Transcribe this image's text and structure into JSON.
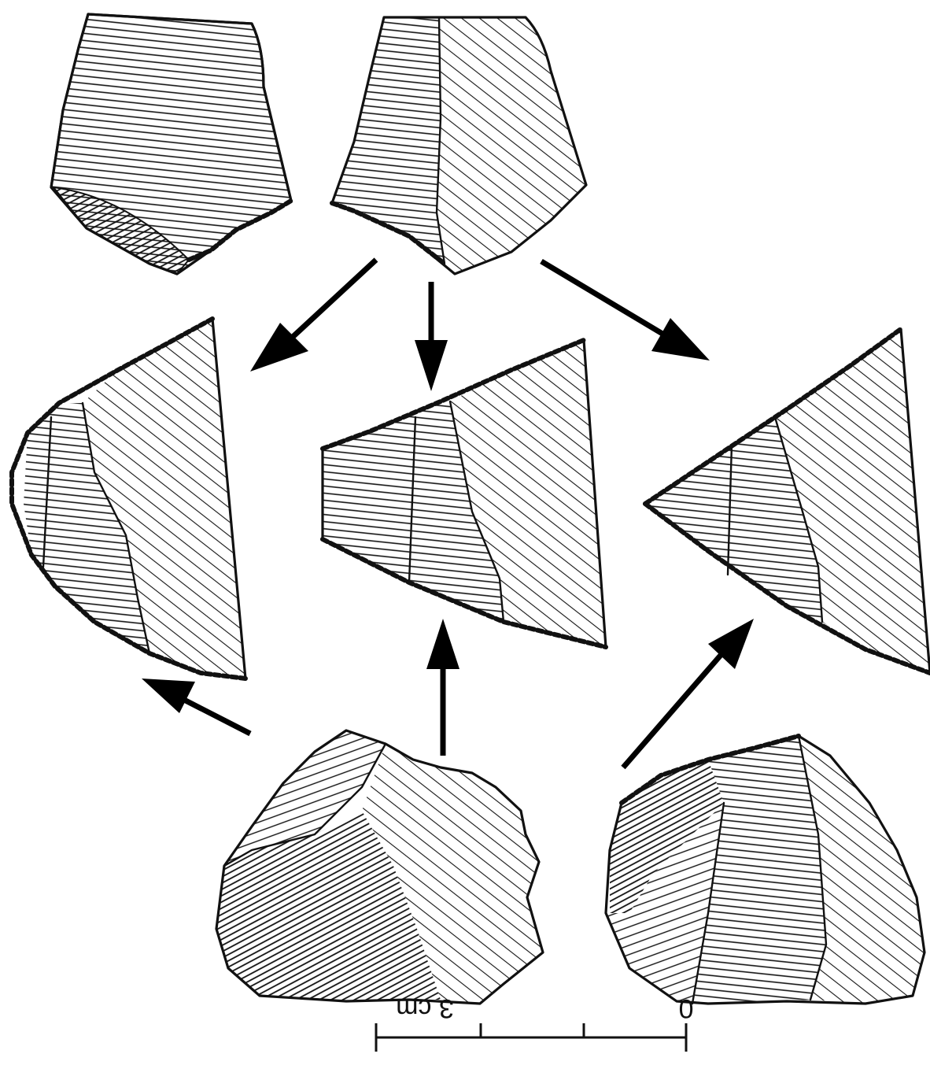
{
  "scale_bar": {
    "label_zero": "0",
    "label_three": "3 cm"
  },
  "colors": {
    "ink": "#111111",
    "paper": "#ffffff"
  },
  "artifacts": [
    "blank-flake-view-a",
    "blank-flake-view-b",
    "retouched-tool-left",
    "retouched-tool-center",
    "retouched-tool-right",
    "core-view-a",
    "core-view-b"
  ]
}
